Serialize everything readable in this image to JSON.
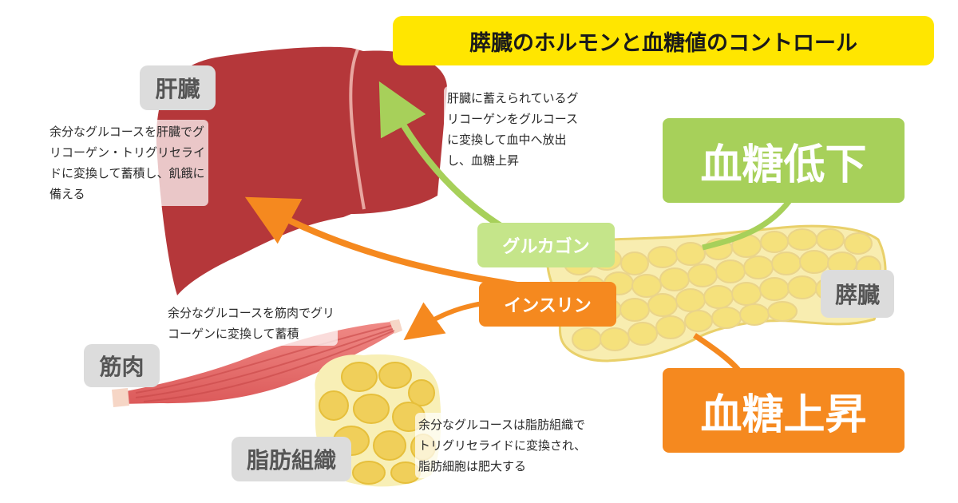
{
  "title": "膵臓のホルモンと血糖値のコントロール",
  "organs": {
    "liver": "肝臓",
    "muscle": "筋肉",
    "fat": "脂肪組織",
    "pancreas": "膵臓"
  },
  "hormones": {
    "glucagon": "グルカゴン",
    "insulin": "インスリン"
  },
  "blood_sugar": {
    "down": "血糖低下",
    "up": "血糖上昇"
  },
  "notes": {
    "liver_store": "余分なグルコースを肝臓でグ\nリコーゲン・トリグリセライ\nドに変換して蓄積し、飢餓に\n備える",
    "liver_release": "肝臓に蓄えられているグ\nリコーゲンをグルコース\nに変換して血中へ放出\nし、血糖上昇",
    "muscle_store": "余分なグルコースを筋肉でグリ\nコーゲンに変換して蓄積",
    "fat_store": "余分なグルコースは脂肪組織で\nトリグリセライドに変換され、\n脂肪細胞は肥大する"
  },
  "colors": {
    "title_bg": "#ffe600",
    "liver": "#b5373a",
    "glucagon": "#a7d05a",
    "insulin": "#f5891f",
    "pancreas": "#f8edb0",
    "muscle": "#e86f6f",
    "fat": "#f2d66a",
    "label_gray": "#dcdcdc"
  }
}
